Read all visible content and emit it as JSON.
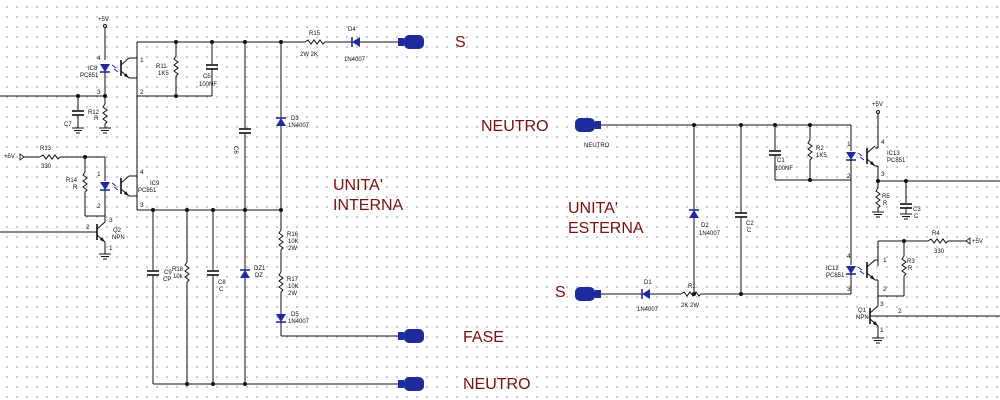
{
  "colors": {
    "wire": "#111111",
    "symbol": "#1f2b9c",
    "terminal_label": "#7a1010"
  },
  "blocks": {
    "internal": [
      "UNITA'",
      "INTERNA"
    ],
    "external": [
      "UNITA'",
      "ESTERNA"
    ]
  },
  "terminals": {
    "int_s": "S",
    "int_fase": "FASE",
    "int_neutro": "NEUTRO",
    "ext_neutro": "NEUTRO",
    "ext_s": "S"
  },
  "net_labels": {
    "vcc_int": "+5V",
    "vcc_int_in": "+5V",
    "vcc_ext": "+5V",
    "vcc_ext_in": "+5V",
    "neutro_small": "NEUTRO"
  },
  "parts": {
    "R13": {
      "ref": "R13",
      "value": "330"
    },
    "R14": {
      "ref": "R14",
      "value": "R"
    },
    "R11": {
      "ref": "R11",
      "value": "1K5"
    },
    "R12": {
      "ref": "R12",
      "value": "R"
    },
    "R15": {
      "ref": "R15",
      "value": "2W    2K"
    },
    "R16": {
      "ref": "R16",
      "value": "10K",
      "extra": "2W"
    },
    "R17": {
      "ref": "R17",
      "value": "10K",
      "extra": "2W"
    },
    "R18": {
      "ref": "R18",
      "value": "10k"
    },
    "C5": {
      "ref": "C5",
      "value": "100NF"
    },
    "C6": {
      "ref": "C6",
      "value": ""
    },
    "C7": {
      "ref": "C7",
      "value": ""
    },
    "C8": {
      "ref": "C8",
      "value": "C"
    },
    "C9": {
      "ref": "C9",
      "value": "CP"
    },
    "D3": {
      "ref": "D3",
      "value": "1N4007"
    },
    "D4": {
      "ref": "D4",
      "value": "1N4007"
    },
    "D5": {
      "ref": "D5",
      "value": "1N4007"
    },
    "DZ1": {
      "ref": "DZ1",
      "value": "DZ"
    },
    "IC8": {
      "ref": "IC8",
      "value": "PC851"
    },
    "IC9": {
      "ref": "IC9",
      "value": "PC851"
    },
    "Q2": {
      "ref": "Q2",
      "value": "NPN"
    },
    "C1": {
      "ref": "C1",
      "value": "100NF"
    },
    "C2": {
      "ref": "C2",
      "value": "C"
    },
    "C3": {
      "ref": "C3",
      "value": "C"
    },
    "R1": {
      "ref": "R1",
      "value": "2K    2W"
    },
    "R2": {
      "ref": "R2",
      "value": "1K5"
    },
    "R3": {
      "ref": "R3",
      "value": "R"
    },
    "R4": {
      "ref": "R4",
      "value": "330"
    },
    "R5": {
      "ref": "R5",
      "value": "R"
    },
    "D1": {
      "ref": "D1",
      "value": "1N4007"
    },
    "D2": {
      "ref": "D2",
      "value": "1N4007"
    },
    "IC12": {
      "ref": "IC12",
      "value": "PC851"
    },
    "IC13": {
      "ref": "IC13",
      "value": "PC851"
    },
    "Q1": {
      "ref": "Q1",
      "value": "NPN"
    }
  },
  "pins": {
    "p1": "1",
    "p2": "2",
    "p3": "3",
    "p4": "4"
  }
}
